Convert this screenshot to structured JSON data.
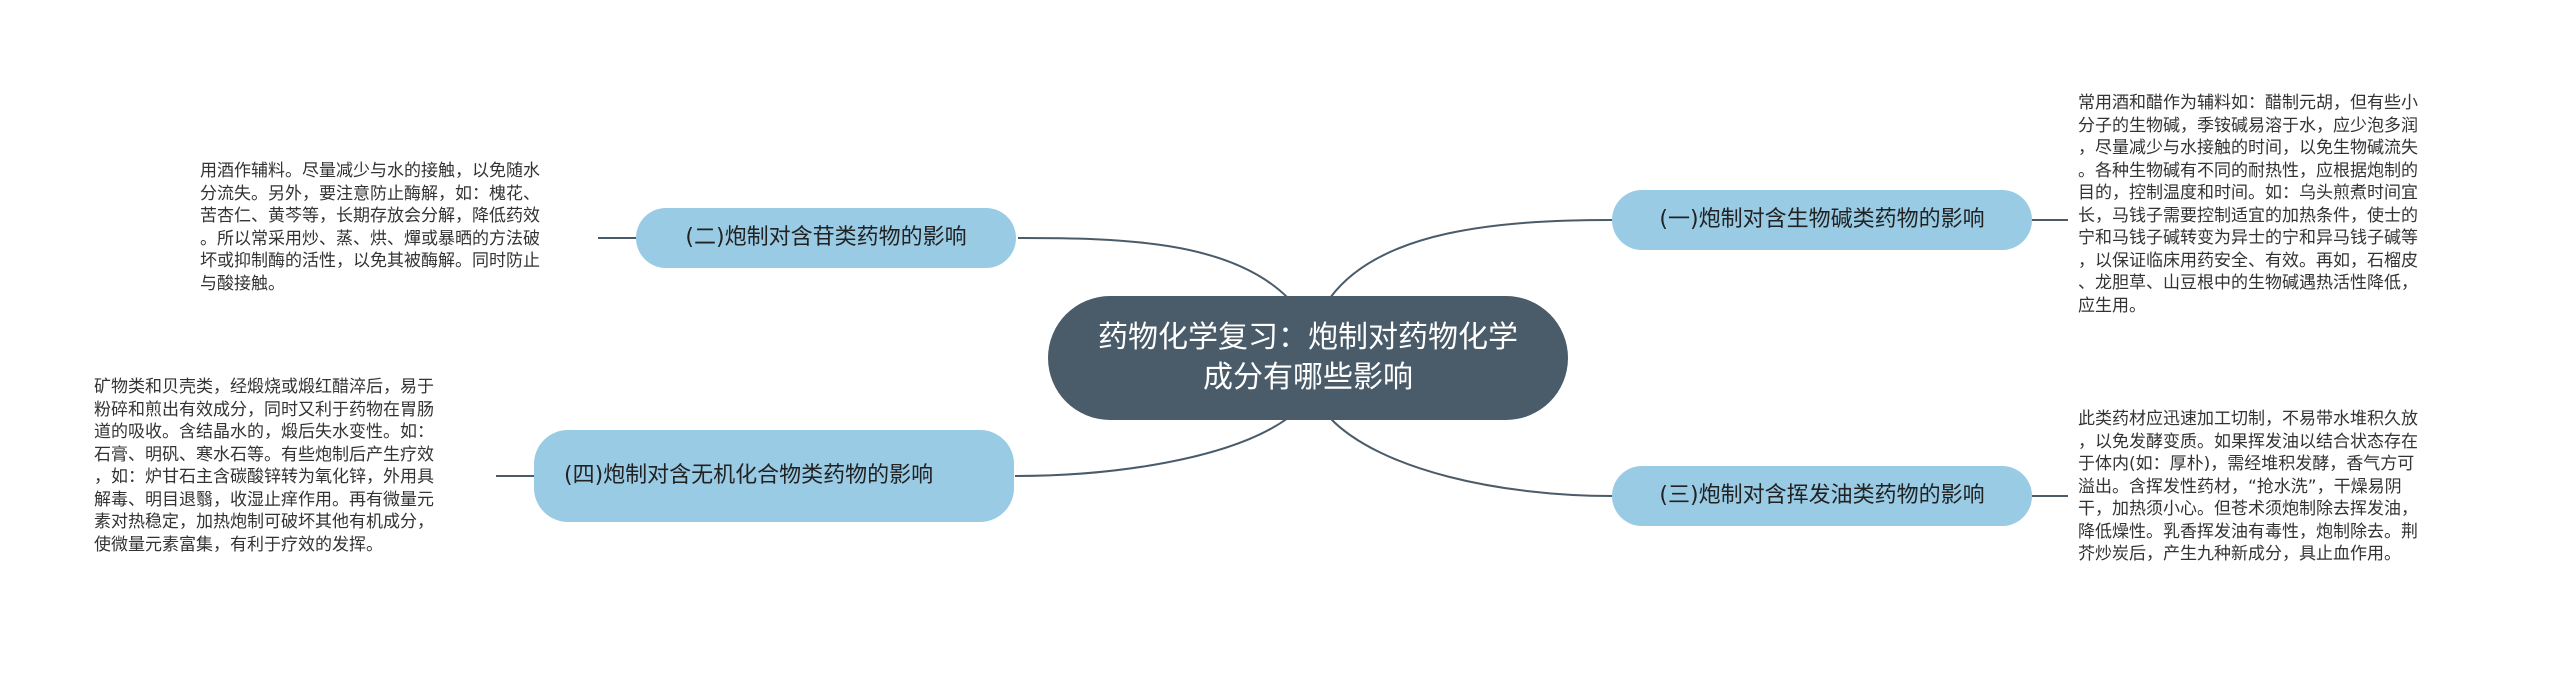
{
  "central": {
    "title": "药物化学复习：炮制对药物化学成分有哪些影响"
  },
  "branches": [
    {
      "label": "(一)炮制对含生物碱类药物的影响",
      "detail": "常用酒和醋作为辅料如：醋制元胡，但有些小\n分子的生物碱，季铵碱易溶于水，应少泡多润\n，尽量减少与水接触的时间，以免生物碱流失\n。各种生物碱有不同的耐热性，应根据炮制的\n目的，控制温度和时间。如：乌头煎煮时间宜\n长，马钱子需要控制适宜的加热条件，使士的\n宁和马钱子碱转变为异士的宁和异马钱子碱等\n，以保证临床用药安全、有效。再如，石榴皮\n、龙胆草、山豆根中的生物碱遇热活性降低，\n应生用。"
    },
    {
      "label": "(二)炮制对含苷类药物的影响",
      "detail": "用酒作辅料。尽量减少与水的接触，以免随水\n分流失。另外，要注意防止酶解，如：槐花、\n苦杏仁、黄芩等，长期存放会分解，降低药效\n。所以常采用炒、蒸、烘、燀或暴晒的方法破\n坏或抑制酶的活性，以免其被酶解。同时防止\n与酸接触。"
    },
    {
      "label": "(三)炮制对含挥发油类药物的影响",
      "detail": "此类药材应迅速加工切制，不易带水堆积久放\n，以免发酵变质。如果挥发油以结合状态存在\n于体内(如：厚朴)，需经堆积发酵，香气方可\n溢出。含挥发性药材，“抢水洗”，干燥易阴\n干，加热须小心。但苍术须炮制除去挥发油，\n降低燥性。乳香挥发油有毒性，炮制除去。荆\n芥炒炭后，产生九种新成分，具止血作用。"
    },
    {
      "label": "(四)炮制对含无机化合物类药物的影响",
      "detail": "矿物类和贝壳类，经煅烧或煅红醋淬后，易于\n粉碎和煎出有效成分，同时又利于药物在胃肠\n道的吸收。含结晶水的，煅后失水变性。如：\n石膏、明矾、寒水石等。有些炮制后产生疗效\n，如：炉甘石主含碳酸锌转为氧化锌，外用具\n解毒、明目退翳，收湿止痒作用。再有微量元\n素对热稳定，加热炮制可破坏其他有机成分，\n使微量元素富集，有利于疗效的发挥。"
    }
  ],
  "colors": {
    "central_fill": "#4a5b69",
    "branch_fill": "#99cbe4",
    "link_stroke": "#4a5b69"
  }
}
